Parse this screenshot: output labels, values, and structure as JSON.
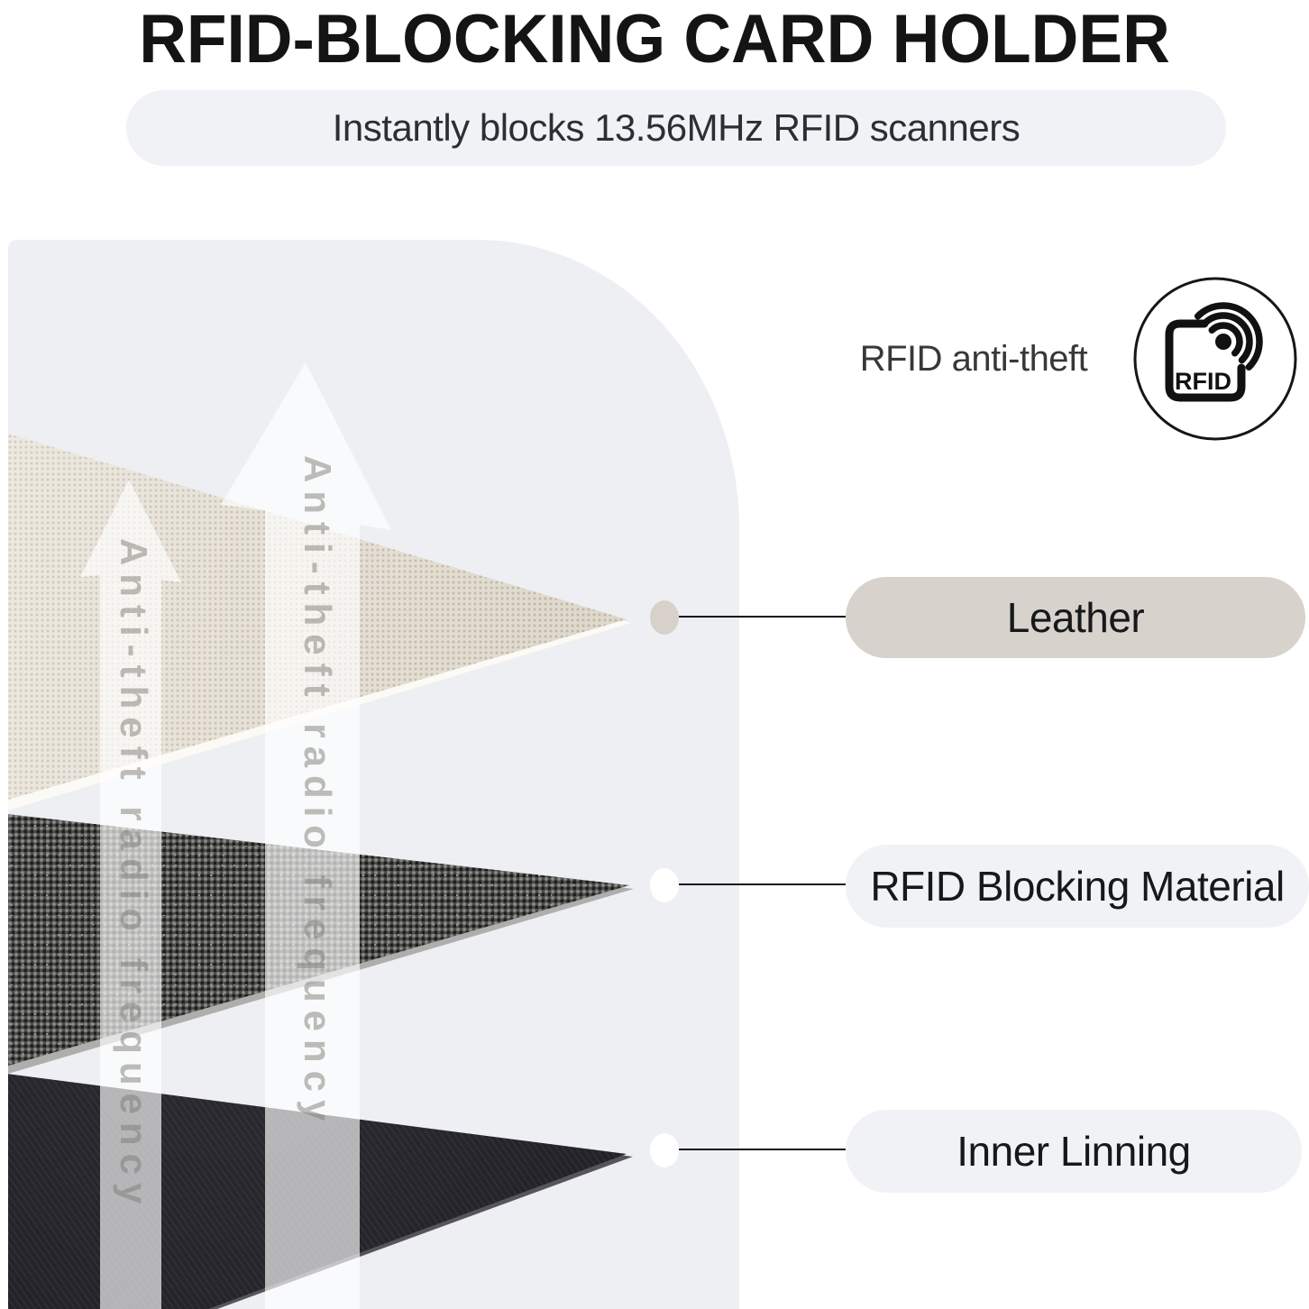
{
  "title": "RFID-BLOCKING CARD HOLDER",
  "banner": "Instantly blocks 13.56MHz RFID scanners",
  "callout": {
    "label": "RFID anti-theft"
  },
  "icon": {
    "name": "rfid-signal-icon",
    "text": "RFID"
  },
  "watermark": {
    "text": "Anti-theft radio frequency"
  },
  "layers": [
    {
      "id": "leather",
      "label": "Leather",
      "pill_color": "#d7d2cb",
      "dot_color": "#d7d1c9",
      "material_color": "#e7e1d6"
    },
    {
      "id": "rfid-blocking",
      "label": "RFID Blocking Material",
      "pill_color": "#f1f2f6",
      "dot_color": "#ffffff",
      "material_color": "#4c4c4a"
    },
    {
      "id": "inner-lining",
      "label": "Inner Linning",
      "pill_color": "#f1f2f6",
      "dot_color": "#ffffff",
      "material_color": "#232228"
    }
  ],
  "colors": {
    "background": "#ffffff",
    "panel": "#edeff3",
    "banner_bg": "#f0f2f6",
    "title": "#141414",
    "leader_line": "#15151a",
    "arrow": "rgba(255,255,255,0.66)",
    "watermark_text": "rgba(125,123,118,0.5)"
  }
}
